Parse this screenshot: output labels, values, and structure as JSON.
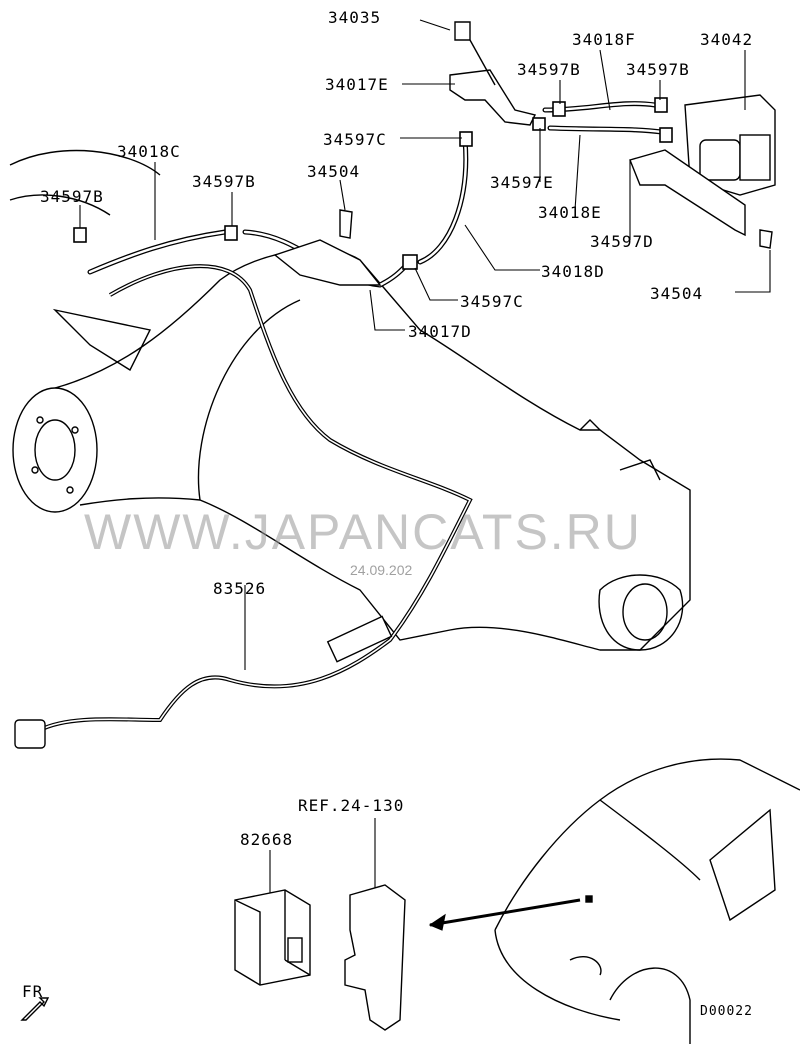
{
  "diagram": {
    "watermark": "WWW.JAPANCATS.RU",
    "watermark_date": "24.09.202",
    "diagram_code": "D00022",
    "direction_label": "FR",
    "labels": [
      {
        "id": "34035",
        "text": "34035"
      },
      {
        "id": "34018F",
        "text": "34018F"
      },
      {
        "id": "34042",
        "text": "34042"
      },
      {
        "id": "34017E",
        "text": "34017E"
      },
      {
        "id": "34597B_a",
        "text": "34597B"
      },
      {
        "id": "34597B_b",
        "text": "34597B"
      },
      {
        "id": "34018C",
        "text": "34018C"
      },
      {
        "id": "34597C_a",
        "text": "34597C"
      },
      {
        "id": "34504_a",
        "text": "34504"
      },
      {
        "id": "34597B_c",
        "text": "34597B"
      },
      {
        "id": "34597B_d",
        "text": "34597B"
      },
      {
        "id": "34597E",
        "text": "34597E"
      },
      {
        "id": "34018E",
        "text": "34018E"
      },
      {
        "id": "34597D",
        "text": "34597D"
      },
      {
        "id": "34018D",
        "text": "34018D"
      },
      {
        "id": "34597C_b",
        "text": "34597C"
      },
      {
        "id": "34504_b",
        "text": "34504"
      },
      {
        "id": "34017D",
        "text": "34017D"
      },
      {
        "id": "83526",
        "text": "83526"
      },
      {
        "id": "ref",
        "text": "REF.24-130"
      },
      {
        "id": "82668",
        "text": "82668"
      }
    ]
  }
}
